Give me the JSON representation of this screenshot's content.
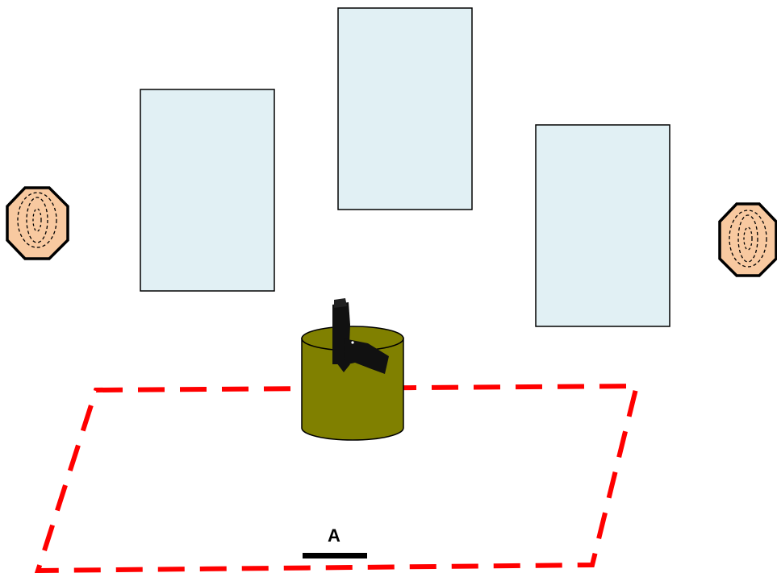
{
  "stage": {
    "start_position_label": "A",
    "colors": {
      "background": "#ffffff",
      "no_shoot_panel_fill": "#e1f0f4",
      "no_shoot_panel_stroke": "#000000",
      "target_fill": "#f8c9a0",
      "barrel_fill": "#808000",
      "fault_line": "#ff0000",
      "start_marker": "#000000"
    },
    "elements": {
      "no_shoot_panels": 3,
      "steel_targets": 2,
      "barrel": 1,
      "pistol": 1
    },
    "icons": [
      "octagon-target-icon",
      "pistol-icon",
      "barrel-icon"
    ]
  }
}
